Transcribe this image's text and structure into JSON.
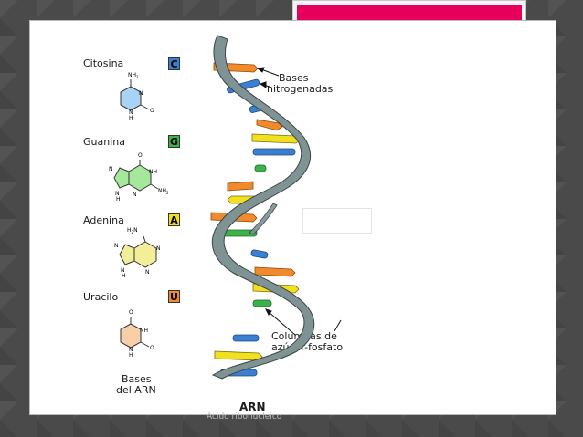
{
  "diagram": {
    "title": "ARN",
    "bases": [
      {
        "name": "Citosina",
        "letter": "C",
        "color": "#3b7fd1"
      },
      {
        "name": "Guanina",
        "letter": "G",
        "color": "#3bb34a"
      },
      {
        "name": "Adenina",
        "letter": "A",
        "color": "#f2e01f"
      },
      {
        "name": "Uracilo",
        "letter": "U",
        "color": "#f08a2a"
      }
    ],
    "molecule_labels": {
      "nh2": "NH",
      "sub2": "2",
      "h2n_h": "H",
      "h2n_n": "N",
      "n": "N",
      "nh": "NH",
      "h": "H",
      "o": "O"
    },
    "bases_caption_line1": "Bases",
    "bases_caption_line2": "del ARN",
    "callout_bases_line1": "Bases",
    "callout_bases_line2": "nitrogenadas",
    "callout_backbone_line1": "Columnas de",
    "callout_backbone_line2": "azúcar-fosfato"
  },
  "footer_text": "Ácido ribonucleico",
  "colors": {
    "accent_pink": "#e6005c",
    "backbone": "#7f9294",
    "cytosine_fill": "#a9d3f5",
    "guanine_fill": "#a6e89b",
    "adenine_fill": "#f3ee9a",
    "uracil_fill": "#f7cfa8"
  }
}
